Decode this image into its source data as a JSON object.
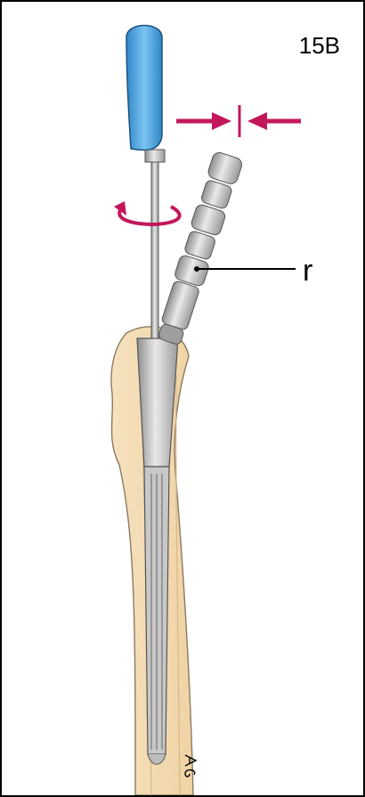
{
  "figure": {
    "label": "15B",
    "callouts": [
      {
        "letter": "r"
      }
    ],
    "signature": "AG"
  },
  "colors": {
    "arrow": "#c2185b",
    "handle": "#4aa0d8",
    "bone": "#f3dcb4",
    "metal": "#bdbdbd"
  }
}
